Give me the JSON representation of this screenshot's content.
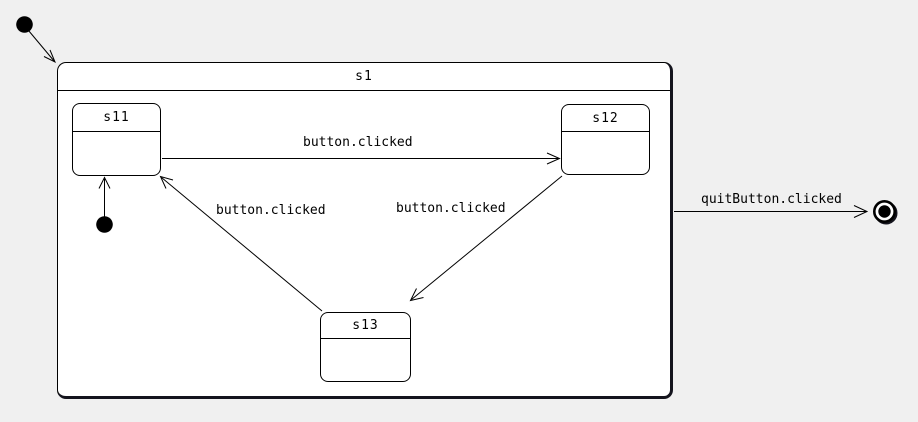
{
  "diagram": {
    "kind": "uml-statechart",
    "composite_state": {
      "id": "s1",
      "label": "s1"
    },
    "states": [
      {
        "id": "s11",
        "label": "s11"
      },
      {
        "id": "s12",
        "label": "s12"
      },
      {
        "id": "s13",
        "label": "s13"
      }
    ],
    "pseudostates": [
      {
        "id": "initial-top-level",
        "kind": "initial",
        "icon": "initial-state-dot"
      },
      {
        "id": "initial-inside-s1",
        "kind": "initial",
        "icon": "initial-state-dot"
      },
      {
        "id": "final-state",
        "kind": "final",
        "icon": "final-state-bullseye"
      }
    ],
    "transitions": [
      {
        "from": "initial-top-level",
        "to": "s1",
        "label": ""
      },
      {
        "from": "initial-inside-s1",
        "to": "s11",
        "label": ""
      },
      {
        "from": "s11",
        "to": "s12",
        "label": "button.clicked"
      },
      {
        "from": "s12",
        "to": "s13",
        "label": "button.clicked"
      },
      {
        "from": "s13",
        "to": "s11",
        "label": "button.clicked"
      },
      {
        "from": "s1",
        "to": "final-state",
        "label": "quitButton.clicked"
      }
    ],
    "colors": {
      "canvas_background": "#f0f0f0",
      "state_fill": "#ffffff",
      "line": "#000000",
      "shadow": "#14141d"
    }
  }
}
